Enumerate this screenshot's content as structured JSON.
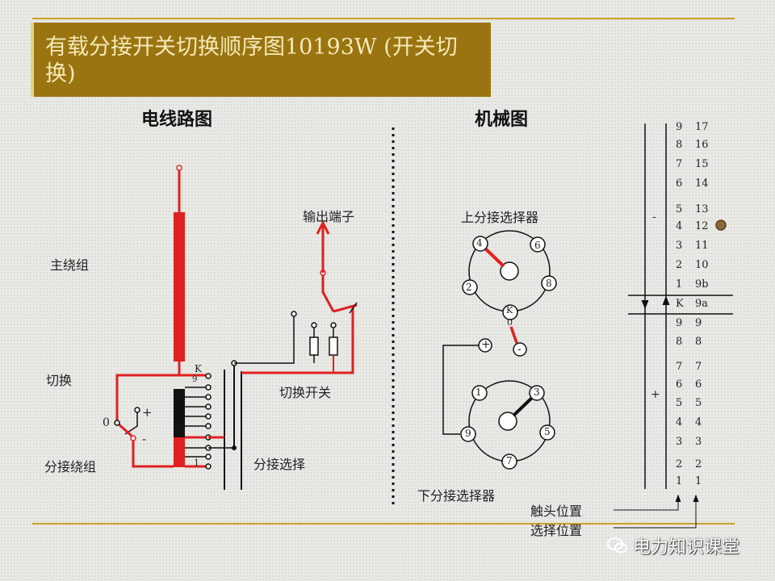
{
  "title": "有载分接开关切换顺序图10193W (开关切换)",
  "headings": {
    "circuit": "电线路图",
    "mechanical": "机械图"
  },
  "circuit": {
    "main_winding": "主绕组",
    "switching": "切换",
    "tap_winding": "分接绕组",
    "zero": "0",
    "plus": "+",
    "minus": "-",
    "k_label": "K",
    "nine": "9",
    "one": "1",
    "output_terminal": "输出端子",
    "diverter_switch": "切换开关",
    "tap_select": "分接选择"
  },
  "mechanical": {
    "upper_selector": "上分接选择器",
    "lower_selector": "下分接选择器",
    "upper_contacts": [
      "4",
      "6",
      "2",
      "8"
    ],
    "k_label": "K",
    "k_zero": "0",
    "plus": "+",
    "minus": "-",
    "lower_contacts": [
      "1",
      "3",
      "9",
      "5",
      "7"
    ]
  },
  "positions": {
    "rows": [
      [
        "9",
        "17"
      ],
      [
        "8",
        "16"
      ],
      [
        "7",
        "15"
      ],
      [
        "6",
        "14"
      ],
      [
        "5",
        "13"
      ],
      [
        "4",
        "12"
      ],
      [
        "3",
        "11"
      ],
      [
        "2",
        "10"
      ],
      [
        "1",
        "9b"
      ],
      [
        "K",
        "9a"
      ],
      [
        "9",
        "9"
      ],
      [
        "8",
        "8"
      ],
      [
        "7",
        "7"
      ],
      [
        "6",
        "6"
      ],
      [
        "5",
        "5"
      ],
      [
        "4",
        "4"
      ],
      [
        "3",
        "3"
      ],
      [
        "2",
        "2"
      ],
      [
        "1",
        "1"
      ]
    ],
    "minus_sign": "-",
    "plus_sign": "+",
    "contact_position": "触头位置",
    "select_position": "选择位置"
  },
  "watermark": "电力知识课堂",
  "colors": {
    "red": "#e02020",
    "gold": "#9a7410",
    "line_gold": "#c9a227"
  }
}
